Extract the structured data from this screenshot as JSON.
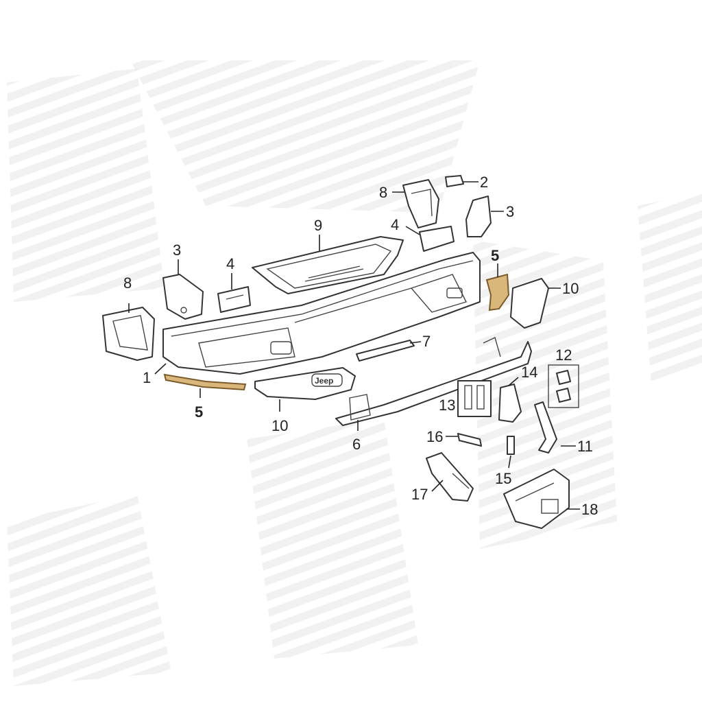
{
  "diagram": {
    "highlight_color": "#d9b67a",
    "brand_badge": "Jeep",
    "callouts": [
      {
        "id": "c1",
        "label": "1"
      },
      {
        "id": "c2",
        "label": "2"
      },
      {
        "id": "c3a",
        "label": "3"
      },
      {
        "id": "c3b",
        "label": "3"
      },
      {
        "id": "c4a",
        "label": "4"
      },
      {
        "id": "c4b",
        "label": "4"
      },
      {
        "id": "c5a",
        "label": "5"
      },
      {
        "id": "c5b",
        "label": "5"
      },
      {
        "id": "c6",
        "label": "6"
      },
      {
        "id": "c7",
        "label": "7"
      },
      {
        "id": "c8a",
        "label": "8"
      },
      {
        "id": "c8b",
        "label": "8"
      },
      {
        "id": "c9",
        "label": "9"
      },
      {
        "id": "c10a",
        "label": "10"
      },
      {
        "id": "c10b",
        "label": "10"
      },
      {
        "id": "c11",
        "label": "11"
      },
      {
        "id": "c12",
        "label": "12"
      },
      {
        "id": "c13",
        "label": "13"
      },
      {
        "id": "c14",
        "label": "14"
      },
      {
        "id": "c15",
        "label": "15"
      },
      {
        "id": "c16",
        "label": "16"
      },
      {
        "id": "c17",
        "label": "17"
      },
      {
        "id": "c18",
        "label": "18"
      }
    ]
  }
}
